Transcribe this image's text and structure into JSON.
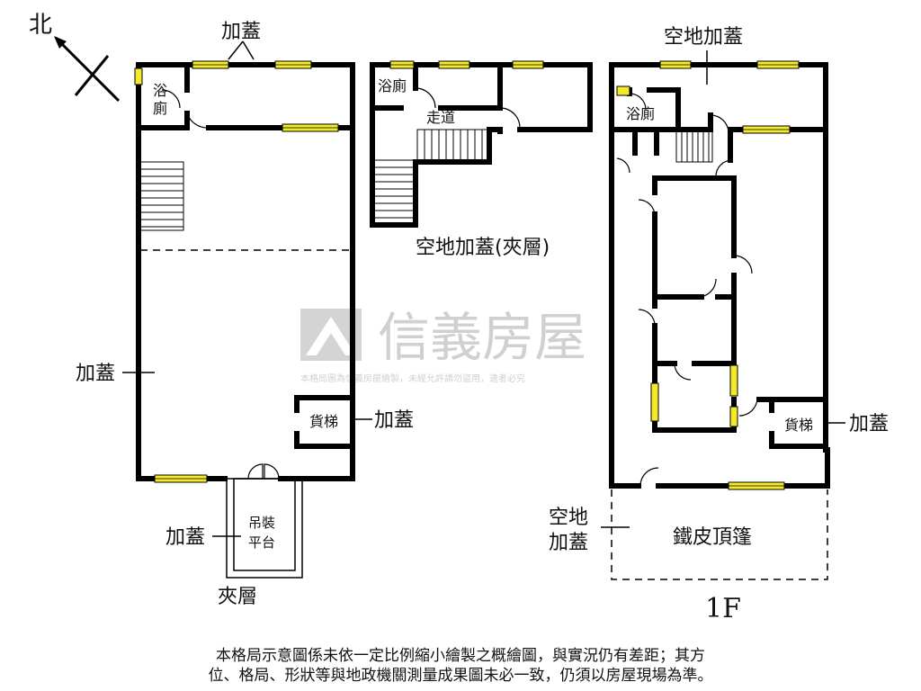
{
  "compass": {
    "label": "北"
  },
  "watermark": {
    "brand": "信義房屋",
    "notice": "本格局圖為信義房屋繪製，未經允許請勿盜用，違者必究"
  },
  "left_plan": {
    "top_room_label": "加蓋",
    "bathroom_label_1": "浴",
    "bathroom_label_2": "廁",
    "main_area_label": "加蓋",
    "lift_label": "貨梯",
    "lift_side_label": "加蓋",
    "platform_label_1": "吊裝",
    "platform_label_2": "平台",
    "platform_side_label": "加蓋",
    "floor_label": "夾層"
  },
  "middle_plan": {
    "bathroom_label": "浴廁",
    "corridor_label": "走道",
    "caption": "空地加蓋(夾層)"
  },
  "right_plan": {
    "top_label": "空地加蓋",
    "bathroom_label": "浴廁",
    "lift_label": "貨梯",
    "lift_side_label": "加蓋",
    "open_label_1": "空地",
    "open_label_2": "加蓋",
    "canopy_label": "鐵皮頂篷",
    "floor_label": "1F"
  },
  "disclaimer": {
    "line1": "本格局示意圖係未依一定比例縮小繪製之概繪圖，與實況仍有差距；其方",
    "line2": "位、格局、形狀等與地政機關測量成果圖未必一致，仍須以房屋現場為準。"
  }
}
